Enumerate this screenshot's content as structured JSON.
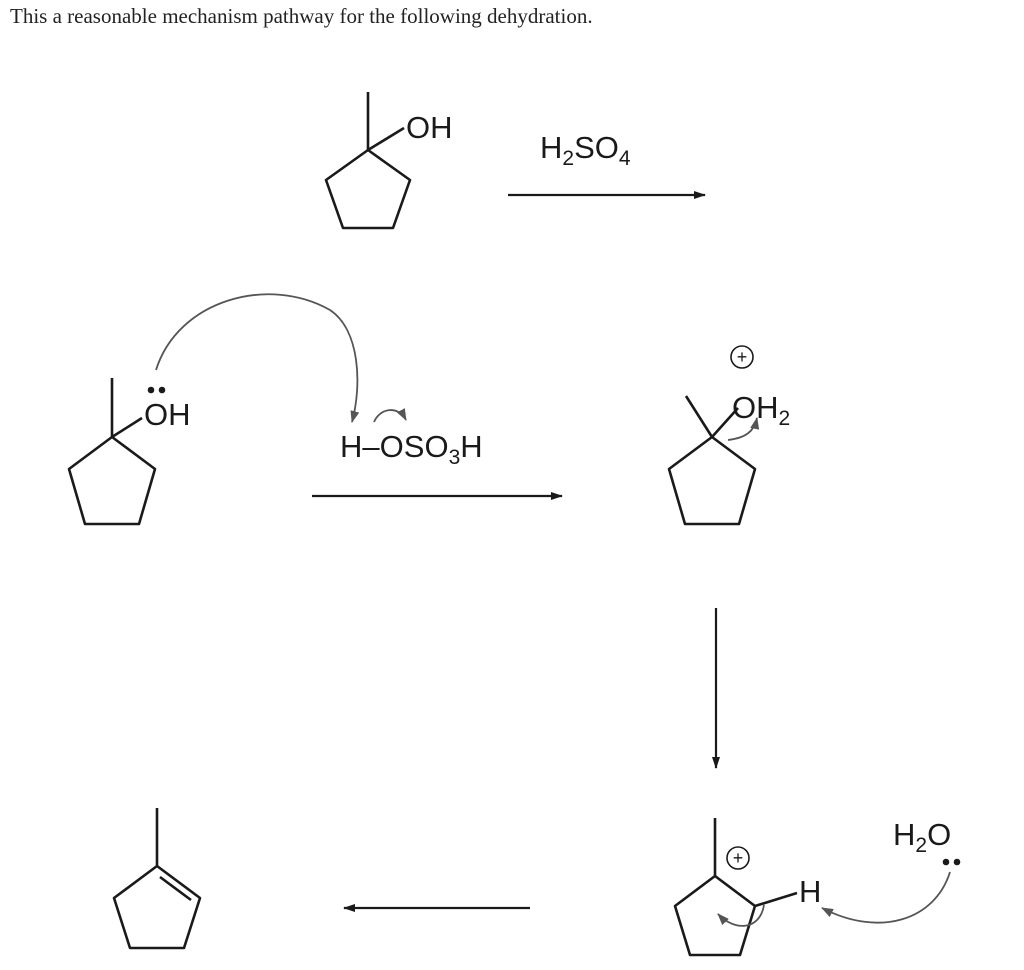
{
  "question": "This a reasonable mechanism pathway for the following dehydration.",
  "overall_reaction": {
    "reactant_group": "OH",
    "reagent_main": "H",
    "reagent_sub1": "2",
    "reagent_mid": "SO",
    "reagent_sub2": "4"
  },
  "step1": {
    "hydroxyl": "OH",
    "acid_h": "H",
    "acid_dash": "–",
    "acid_o": "O",
    "acid_so": "SO",
    "acid_sub": "3",
    "acid_h2": "H"
  },
  "oxonium": {
    "charge": "+",
    "group": "OH",
    "sub": "2"
  },
  "carbocation": {
    "charge": "+",
    "beta_h": "H"
  },
  "water": {
    "h": "H",
    "sub": "2",
    "o": "O"
  }
}
